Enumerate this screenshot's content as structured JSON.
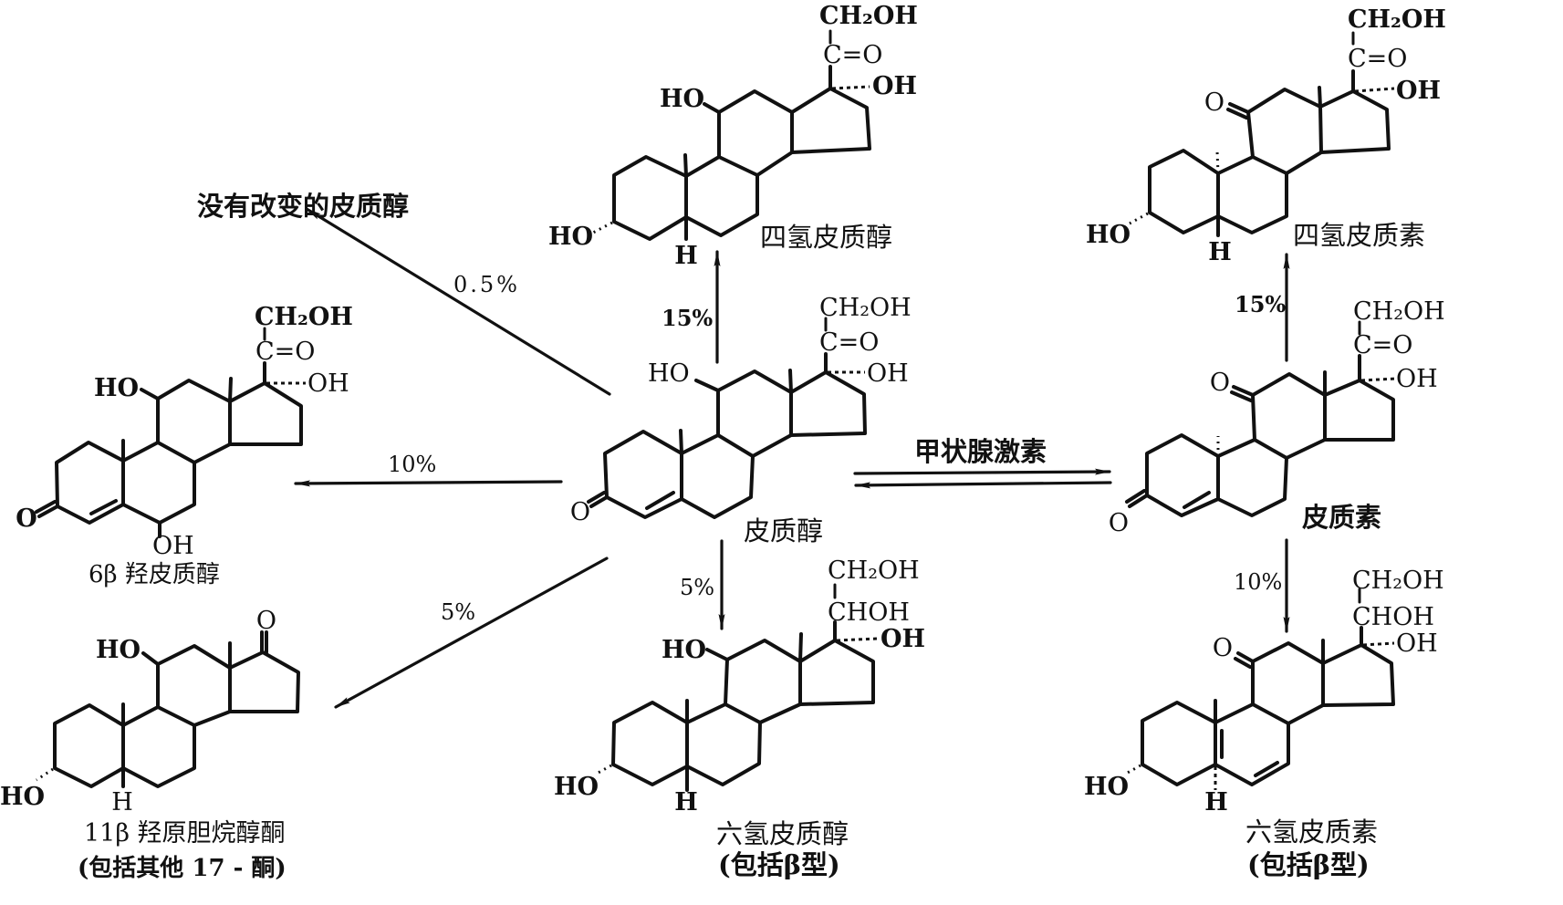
{
  "diagram": {
    "unchanged": {
      "name": "没有改变的皮质醇"
    },
    "tetrahydrocortisol": {
      "ch2oh": "CH₂OH",
      "co": "C=O",
      "oh17": "OH",
      "ho11": "HO",
      "ho3": "HO",
      "h5": "H",
      "name": "四氢皮质醇"
    },
    "tetrahydrocortisone": {
      "ch2oh": "CH₂OH",
      "co": "C=O",
      "oh17": "OH",
      "o11": "O",
      "ho3": "HO",
      "h5": "H",
      "name": "四氢皮质素"
    },
    "hydroxycortisol": {
      "ch2oh": "CH₂OH",
      "co": "C=O",
      "oh17": "OH",
      "ho11": "HO",
      "o3": "O",
      "oh6": "OH",
      "name": "6β 羟皮质醇"
    },
    "cortisol": {
      "ch2oh": "CH₂OH",
      "co": "C=O",
      "oh17": "OH",
      "ho11": "HO",
      "o3": "O",
      "name": "皮质醇"
    },
    "cortisone": {
      "ch2oh": "CH₂OH",
      "co": "C=O",
      "oh17": "OH",
      "o11": "O",
      "o3": "O",
      "name": "皮质素"
    },
    "hydroxyetiocholanolone": {
      "o17": "O",
      "ho11": "HO",
      "ho3": "HO",
      "h5": "H",
      "name": "11β 羟原胆烷醇酮",
      "note": "(包括其他 17 - 酮)"
    },
    "hexahydrocortisol": {
      "ch2oh": "CH₂OH",
      "choh": "CHOH",
      "oh17": "OH",
      "ho11": "HO",
      "ho3": "HO",
      "h5": "H",
      "name": "六氢皮质醇",
      "note": "(包括β型)"
    },
    "hexahydrocortisone": {
      "ch2oh": "CH₂OH",
      "choh": "CHOH",
      "oh17": "OH",
      "o11": "O",
      "ho3": "HO",
      "h5": "H",
      "name": "六氢皮质素",
      "note": "(包括β型)"
    },
    "arrows": {
      "to_unchanged": "0.5%",
      "to_tetrahydrocortisol": "15%",
      "to_tetrahydrocortisone": "15%",
      "to_hydroxycortisol": "10%",
      "to_hydroxyetiocholanolone": "5%",
      "to_hexahydrocortisol": "5%",
      "to_hexahydrocortisone": "10%",
      "equilibrium": "甲状腺激素"
    }
  }
}
